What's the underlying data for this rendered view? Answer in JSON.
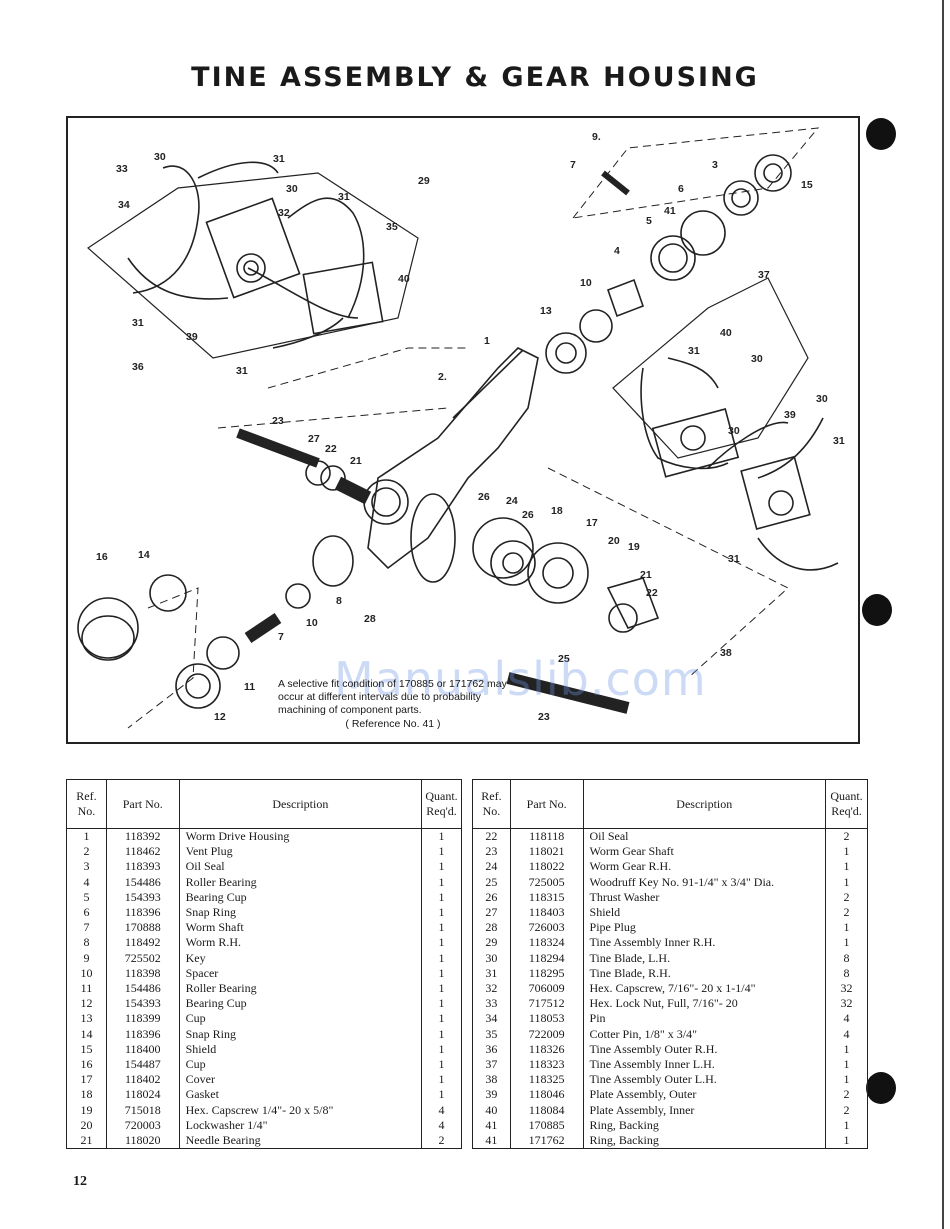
{
  "page": {
    "title": "TINE ASSEMBLY & GEAR HOUSING",
    "page_number": "12",
    "watermark": "Manualslib.com"
  },
  "figure": {
    "note": "A selective fit condition of 170885 or 171762 may occur at different intervals due to probability machining of component parts.",
    "note_reference": "( Reference No. 41 )",
    "callouts": [
      "1",
      "2",
      "3",
      "4",
      "5",
      "6",
      "7",
      "8",
      "9",
      "10",
      "11",
      "12",
      "13",
      "14",
      "15",
      "16",
      "17",
      "18",
      "19",
      "20",
      "21",
      "22",
      "23",
      "24",
      "25",
      "26",
      "27",
      "28",
      "29",
      "30",
      "31",
      "32",
      "33",
      "34",
      "35",
      "36",
      "37",
      "38",
      "39",
      "40",
      "41"
    ]
  },
  "table": {
    "headers": {
      "ref": "Ref. No.",
      "part": "Part No.",
      "desc": "Description",
      "qty": "Quant. Req'd."
    },
    "left_rows": [
      [
        "1",
        "118392",
        "Worm Drive Housing",
        "1"
      ],
      [
        "2",
        "118462",
        "Vent Plug",
        "1"
      ],
      [
        "3",
        "118393",
        "Oil Seal",
        "1"
      ],
      [
        "4",
        "154486",
        "Roller Bearing",
        "1"
      ],
      [
        "5",
        "154393",
        "Bearing Cup",
        "1"
      ],
      [
        "6",
        "118396",
        "Snap Ring",
        "1"
      ],
      [
        "7",
        "170888",
        "Worm Shaft",
        "1"
      ],
      [
        "8",
        "118492",
        "Worm R.H.",
        "1"
      ],
      [
        "9",
        "725502",
        "Key",
        "1"
      ],
      [
        "10",
        "118398",
        "Spacer",
        "1"
      ],
      [
        "11",
        "154486",
        "Roller Bearing",
        "1"
      ],
      [
        "12",
        "154393",
        "Bearing Cup",
        "1"
      ],
      [
        "13",
        "118399",
        "Cup",
        "1"
      ],
      [
        "14",
        "118396",
        "Snap Ring",
        "1"
      ],
      [
        "15",
        "118400",
        "Shield",
        "1"
      ],
      [
        "16",
        "154487",
        "Cup",
        "1"
      ],
      [
        "17",
        "118402",
        "Cover",
        "1"
      ],
      [
        "18",
        "118024",
        "Gasket",
        "1"
      ],
      [
        "19",
        "715018",
        "Hex. Capscrew 1/4\"- 20 x 5/8\"",
        "4"
      ],
      [
        "20",
        "720003",
        "Lockwasher 1/4\"",
        "4"
      ],
      [
        "21",
        "118020",
        "Needle Bearing",
        "2"
      ]
    ],
    "right_rows": [
      [
        "22",
        "118118",
        "Oil Seal",
        "2"
      ],
      [
        "23",
        "118021",
        "Worm Gear Shaft",
        "1"
      ],
      [
        "24",
        "118022",
        "Worm Gear R.H.",
        "1"
      ],
      [
        "25",
        "725005",
        "Woodruff Key No. 91-1/4\" x 3/4\" Dia.",
        "1"
      ],
      [
        "26",
        "118315",
        "Thrust Washer",
        "2"
      ],
      [
        "27",
        "118403",
        "Shield",
        "2"
      ],
      [
        "28",
        "726003",
        "Pipe Plug",
        "1"
      ],
      [
        "29",
        "118324",
        "Tine Assembly Inner R.H.",
        "1"
      ],
      [
        "30",
        "118294",
        "Tine Blade, L.H.",
        "8"
      ],
      [
        "31",
        "118295",
        "Tine Blade, R.H.",
        "8"
      ],
      [
        "32",
        "706009",
        "Hex. Capscrew, 7/16\"- 20 x 1-1/4\"",
        "32"
      ],
      [
        "33",
        "717512",
        "Hex. Lock Nut, Full, 7/16\"- 20",
        "32"
      ],
      [
        "34",
        "118053",
        "Pin",
        "4"
      ],
      [
        "35",
        "722009",
        "Cotter Pin, 1/8\" x 3/4\"",
        "4"
      ],
      [
        "36",
        "118326",
        "Tine Assembly Outer R.H.",
        "1"
      ],
      [
        "37",
        "118323",
        "Tine Assembly Inner L.H.",
        "1"
      ],
      [
        "38",
        "118325",
        "Tine Assembly Outer L.H.",
        "1"
      ],
      [
        "39",
        "118046",
        "Plate Assembly, Outer",
        "2"
      ],
      [
        "40",
        "118084",
        "Plate Assembly, Inner",
        "2"
      ],
      [
        "41",
        "170885",
        "Ring, Backing",
        "1"
      ],
      [
        "41",
        "171762",
        "Ring, Backing",
        "1"
      ]
    ]
  }
}
